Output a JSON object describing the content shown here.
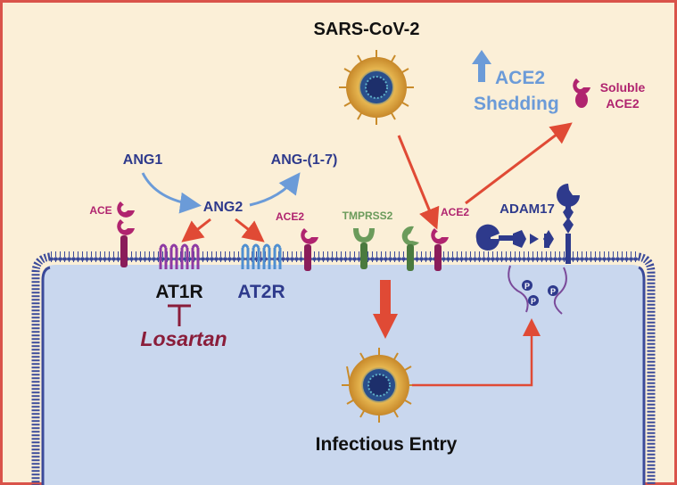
{
  "labels": {
    "virus": "SARS-CoV-2",
    "shedding_line1": "ACE2",
    "shedding_line2": "Shedding",
    "soluble_line1": "Soluble",
    "soluble_line2": "ACE2",
    "ang1": "ANG1",
    "ang17": "ANG-(1-7)",
    "ang2": "ANG2",
    "ace": "ACE",
    "ace2_left": "ACE2",
    "tmprss2": "TMPRSS2",
    "ace2_right": "ACE2",
    "adam17": "ADAM17",
    "at1r": "AT1R",
    "at2r": "AT2R",
    "losartan": "Losartan",
    "entry": "Infectious Entry",
    "phospho": "P"
  },
  "colors": {
    "background": "#fbefd7",
    "border": "#d9534a",
    "cell_fill": "#c9d7ee",
    "membrane": "#3b4a9a",
    "red_arrow": "#e04a35",
    "blue_arrow": "#6b9bd8",
    "navy_text": "#2e3a8c",
    "magenta": "#b0246f",
    "green": "#6b9b5b",
    "losartan": "#8a1d3a",
    "purple_receptor": "#8e3aa3",
    "blue_receptor": "#4f8fd0"
  },
  "icons": {
    "virus": "coronavirus-particle-icon",
    "up_arrow": "up-arrow-icon",
    "receptor_ace": "ace-receptor-icon",
    "receptor_ace2": "ace2-receptor-icon",
    "receptor_tmprss2": "tmprss2-receptor-icon",
    "receptor_adam17": "adam17-receptor-icon",
    "at1r": "gpcr-at1r-icon",
    "at2r": "gpcr-at2r-icon",
    "inhibit": "inhibition-bar-icon"
  }
}
